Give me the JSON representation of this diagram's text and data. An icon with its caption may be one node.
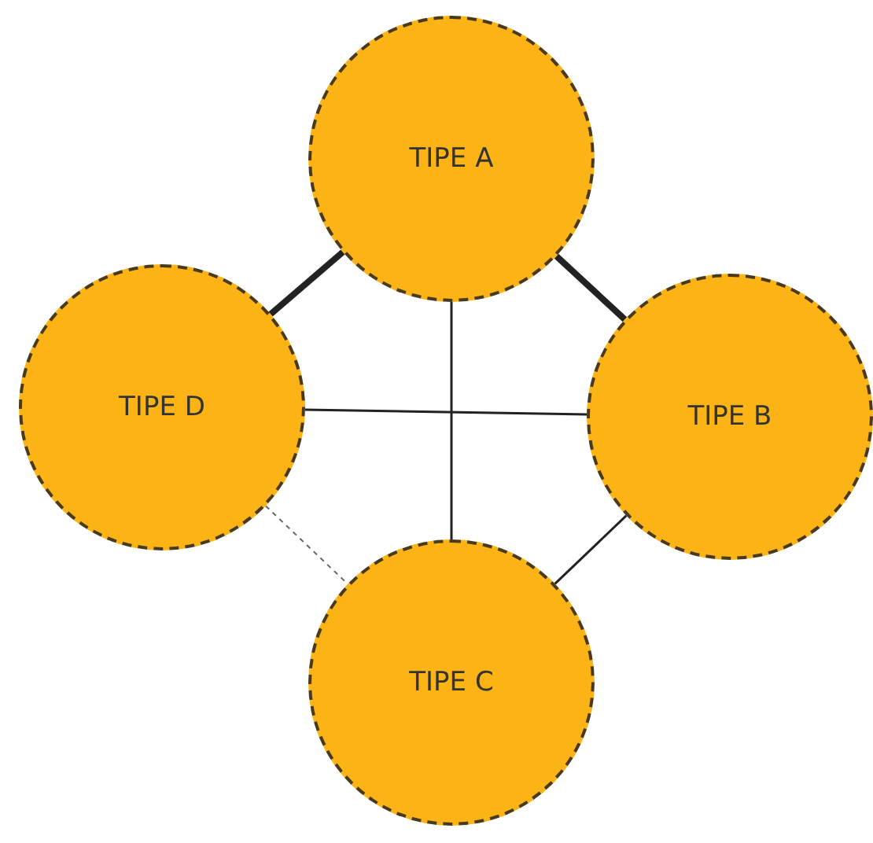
{
  "diagram": {
    "nodes": [
      {
        "text": [
          "TIPE A"
        ]
      },
      {
        "text": [
          "TIPE D"
        ]
      },
      {
        "text": [
          "TIPE B"
        ]
      },
      {
        "text": [
          "TIPE C"
        ]
      }
    ],
    "edges": [
      {
        "from": 0,
        "to": 1,
        "arrow": "none",
        "style": "thick"
      },
      {
        "from": 0,
        "to": 2,
        "arrow": "none",
        "style": "thick"
      },
      {
        "from": 0,
        "to": 3,
        "arrow": "none"
      },
      {
        "from": 1,
        "to": 2,
        "arrow": "none"
      },
      {
        "from": 2,
        "to": 3,
        "arrow": "none"
      },
      {
        "from": 1,
        "to": 3,
        "arrow": "none",
        "style": "dashed"
      }
    ]
  }
}
